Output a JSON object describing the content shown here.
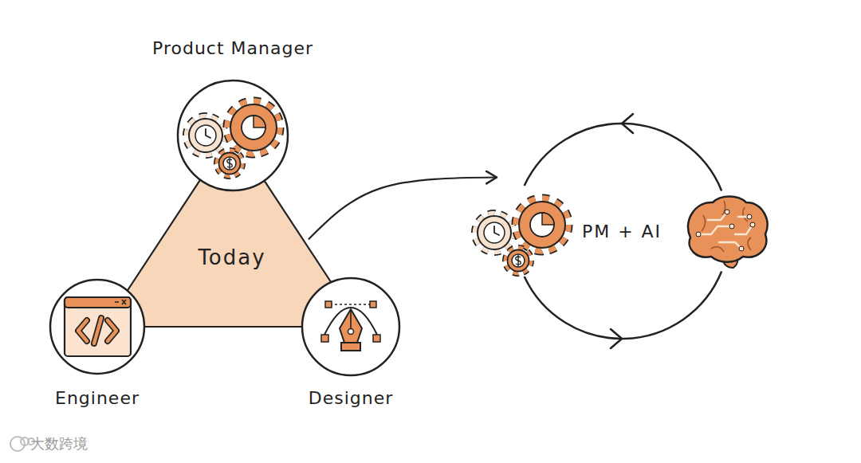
{
  "diagram": {
    "nodes": [
      {
        "text": [
          "Today"
        ]
      },
      {
        "text": [
          "Product Manager"
        ]
      },
      {
        "text": [
          "Engineer"
        ]
      },
      {
        "text": [
          "Designer"
        ]
      },
      {
        "text": [
          "PM + AI"
        ]
      }
    ],
    "edges": [
      {
        "from": 0,
        "to": 4,
        "arrow": "to"
      }
    ],
    "labels": [
      "大数跨境"
    ]
  }
}
